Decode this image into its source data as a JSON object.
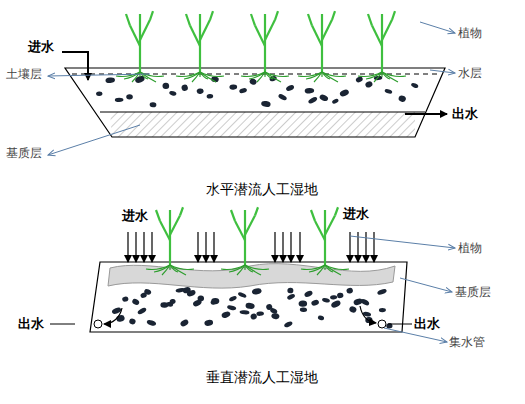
{
  "diagram": {
    "labels": [
      "进水",
      "植物",
      "土壤层",
      "水层",
      "出水",
      "基质层",
      "水平潜流人工湿地",
      "进水",
      "进水",
      "植物",
      "基质层",
      "出水",
      "出水",
      "集水管",
      "垂直潜流人工湿地"
    ]
  }
}
